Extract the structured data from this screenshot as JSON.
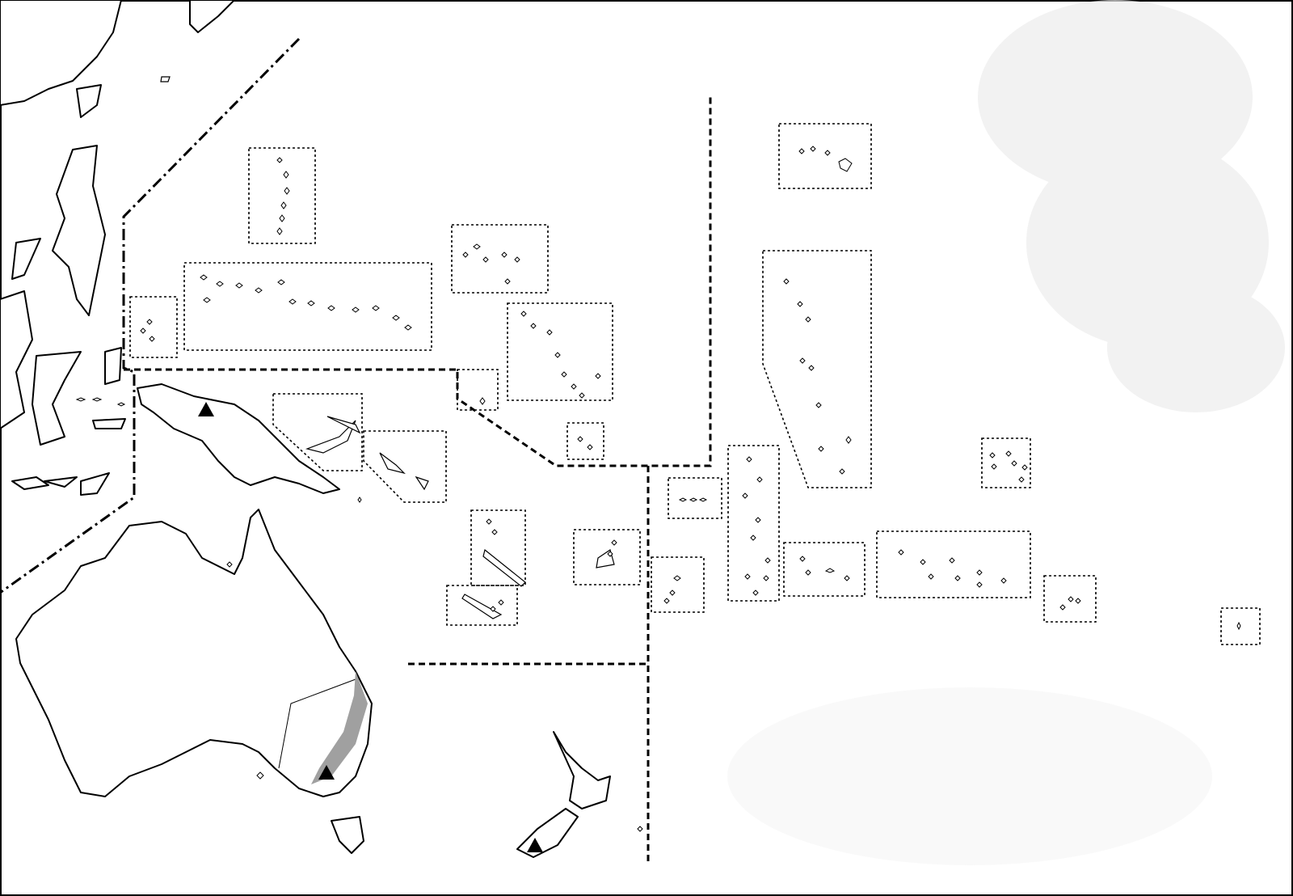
{
  "map": {
    "kind": "blank outline map of Oceania",
    "colors": {
      "land_fill": "#ffffff",
      "outline": "#000000",
      "range_band": "#a0a0a0",
      "marker": "#000000",
      "texture": "#e6e6e6"
    },
    "markers": [
      {
        "name": "new-guinea-peak",
        "icon": "triangle"
      },
      {
        "name": "australian-alps-peak",
        "icon": "triangle"
      },
      {
        "name": "southern-alps-peak",
        "icon": "triangle"
      }
    ],
    "island_group_box_count": 22
  }
}
